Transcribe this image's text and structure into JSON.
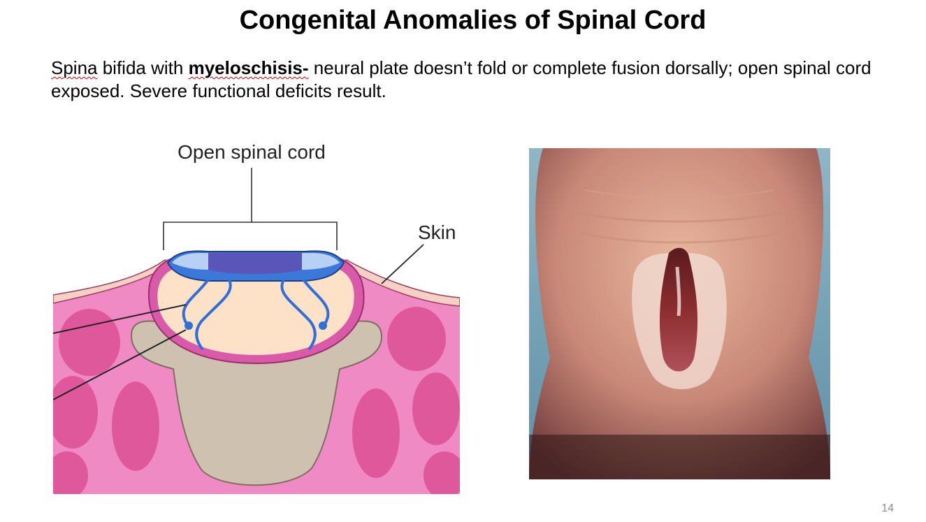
{
  "slide": {
    "title": "Congenital Anomalies of Spinal Cord",
    "body": {
      "term_prefix": "Spina",
      "after_prefix": " bifida with ",
      "term": "myeloschisis-",
      "rest": " neural plate doesn’t fold or complete fusion dorsally; open spinal cord exposed. Severe functional deficits result."
    },
    "page_number": "14"
  },
  "diagram": {
    "labels": {
      "open_spinal_cord": "Open spinal cord",
      "skin": "Skin"
    },
    "colors": {
      "skin_tissue": "#f08ac4",
      "muscle": "#e0589c",
      "spinal_cord": "#fde2c8",
      "vertebra": "#cfc1b0",
      "neural_plate": "#2f6fd6",
      "meninges": "#d85aa8"
    }
  },
  "photo": {
    "subject": "newborn-back-open-spinal-lesion"
  }
}
